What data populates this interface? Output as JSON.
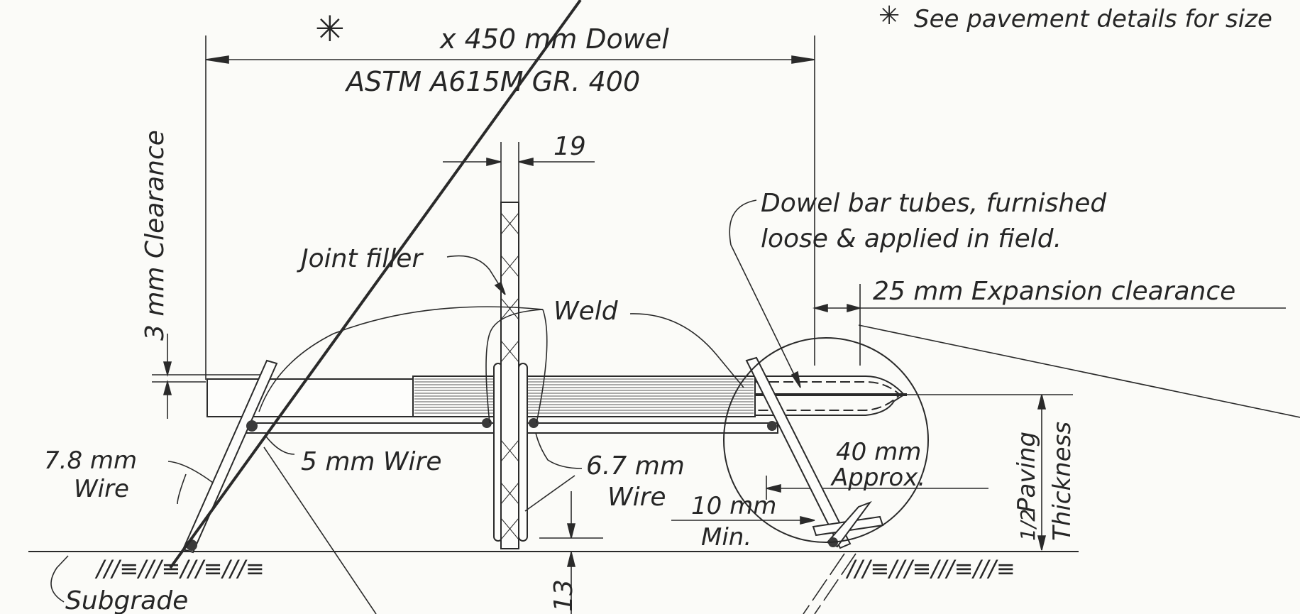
{
  "drawing": {
    "colors": {
      "paper": "#fbfbf8",
      "ink": "#2a2a2a",
      "tube_hatch": "#555555"
    },
    "note": "See pavement details for size",
    "note_symbol": "✳",
    "dowel_star": "✳",
    "dowel_label": "x 450 mm Dowel",
    "astm_label": "ASTM A615M GR. 400",
    "clearance_label": "3 mm Clearance",
    "dim_19": "19",
    "joint_filler_label": "Joint filler",
    "weld_label": "Weld",
    "tubes_line1": "Dowel bar tubes, furnished",
    "tubes_line2": "loose & applied in field.",
    "expansion_label": "25 mm Expansion clearance",
    "wire_78_line1": "7.8 mm",
    "wire_78_line2": "Wire",
    "wire_5_label": "5 mm Wire",
    "wire_67_line1": "6.7 mm",
    "wire_67_line2": "Wire",
    "dim_10_line1": "10 mm",
    "dim_10_line2": "Min.",
    "dim_40_line1": "40 mm",
    "dim_40_line2": "Approx.",
    "paving_half": "1/2",
    "paving_line1": "Paving",
    "paving_line2": "Thickness",
    "dim_13": "13",
    "subgrade_label": "Subgrade",
    "subgrade_hatch_left": "///≡///≡///≡///≡",
    "subgrade_hatch_right": "///≡///≡///≡///≡"
  }
}
